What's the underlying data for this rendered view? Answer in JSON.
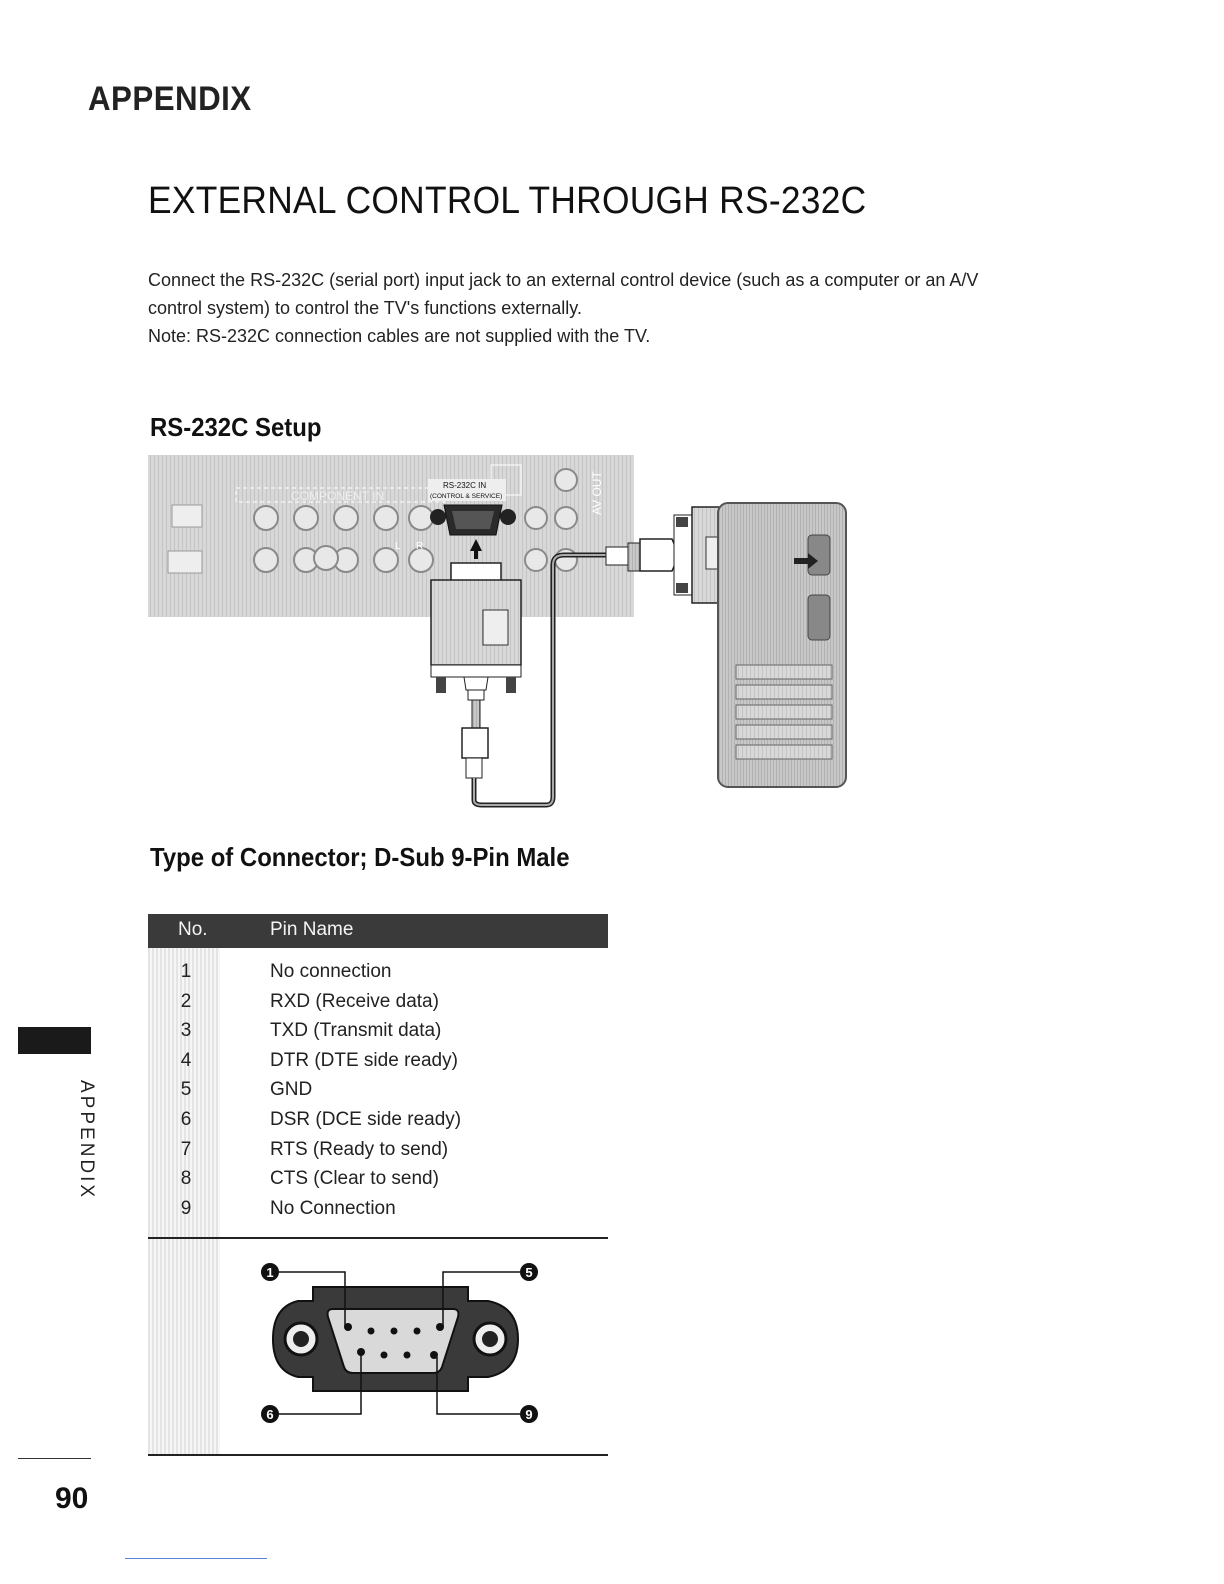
{
  "header": {
    "section": "APPENDIX"
  },
  "title": "EXTERNAL CONTROL THROUGH RS-232C",
  "intro": {
    "line1": "Connect the RS-232C (serial port) input jack to an external control device (such as a computer or an A/V",
    "line2": "control system) to control the TV's functions externally.",
    "note": "Note: RS-232C connection cables are not supplied with the TV."
  },
  "setup": {
    "heading": "RS-232C Setup",
    "labels": {
      "component_in": "COMPONENT IN",
      "rs232c_in": "RS-232C IN",
      "control_service": "(CONTROL & SERVICE)",
      "av_out": "AV OUT",
      "left": "L",
      "right": "R"
    }
  },
  "connector": {
    "heading": "Type of Connector; D-Sub 9-Pin Male",
    "columns": {
      "no": "No.",
      "pin_name": "Pin Name"
    },
    "pins": [
      {
        "no": "1",
        "name": "No connection"
      },
      {
        "no": "2",
        "name": "RXD (Receive data)"
      },
      {
        "no": "3",
        "name": "TXD (Transmit data)"
      },
      {
        "no": "4",
        "name": "DTR (DTE side ready)"
      },
      {
        "no": "5",
        "name": "GND"
      },
      {
        "no": "6",
        "name": "DSR (DCE side ready)"
      },
      {
        "no": "7",
        "name": "RTS (Ready to send)"
      },
      {
        "no": "8",
        "name": "CTS (Clear to send)"
      },
      {
        "no": "9",
        "name": "No Connection"
      }
    ],
    "callouts": {
      "pin1": "1",
      "pin5": "5",
      "pin6": "6",
      "pin9": "9"
    }
  },
  "sidebar": {
    "label": "APPENDIX"
  },
  "footer": {
    "page_number": "90"
  }
}
